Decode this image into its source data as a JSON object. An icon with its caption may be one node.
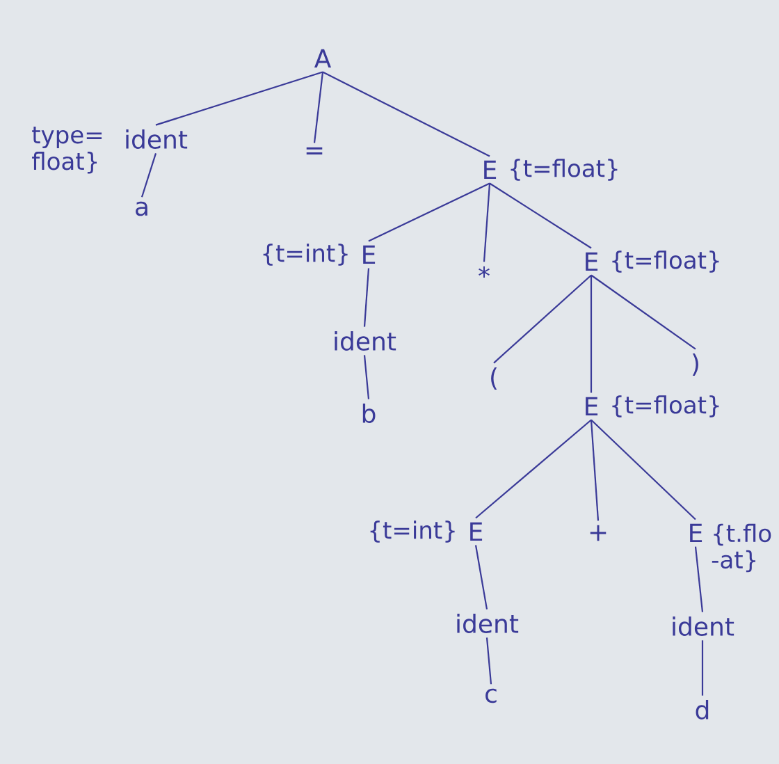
{
  "diagram": {
    "nodes": [
      {
        "text": [
          "A"
        ]
      },
      {
        "text": [
          "ident"
        ],
        "beside": [
          "type= float}"
        ]
      },
      {
        "text": [
          "="
        ]
      },
      {
        "text": [
          "E"
        ],
        "beside": [
          "{t=float}"
        ]
      },
      {
        "text": [
          "a"
        ]
      },
      {
        "text": [
          "E"
        ],
        "beside": [
          "{t=int}"
        ]
      },
      {
        "text": [
          "*"
        ]
      },
      {
        "text": [
          "E"
        ],
        "beside": [
          "{t=float}"
        ]
      },
      {
        "text": [
          "ident"
        ]
      },
      {
        "text": [
          "("
        ]
      },
      {
        "text": [
          ")"
        ]
      },
      {
        "text": [
          "E"
        ],
        "beside": [
          "{t=float}"
        ]
      },
      {
        "text": [
          "b"
        ]
      },
      {
        "text": [
          "E"
        ],
        "beside": [
          "{t=int}"
        ]
      },
      {
        "text": [
          "+"
        ]
      },
      {
        "text": [
          "E"
        ],
        "beside": [
          "{t.flo -at}"
        ]
      },
      {
        "text": [
          "ident"
        ]
      },
      {
        "text": [
          "ident"
        ]
      },
      {
        "text": [
          "c"
        ]
      },
      {
        "text": [
          "d"
        ]
      }
    ],
    "edges": [
      {
        "from": 0,
        "to": 1,
        "arrow": "none"
      },
      {
        "from": 0,
        "to": 2,
        "arrow": "none"
      },
      {
        "from": 0,
        "to": 3,
        "arrow": "none"
      },
      {
        "from": 1,
        "to": 4,
        "arrow": "none"
      },
      {
        "from": 3,
        "to": 5,
        "arrow": "none"
      },
      {
        "from": 3,
        "to": 6,
        "arrow": "none"
      },
      {
        "from": 3,
        "to": 7,
        "arrow": "none"
      },
      {
        "from": 5,
        "to": 8,
        "arrow": "none"
      },
      {
        "from": 8,
        "to": 12,
        "arrow": "none"
      },
      {
        "from": 7,
        "to": 9,
        "arrow": "none"
      },
      {
        "from": 7,
        "to": 11,
        "arrow": "none"
      },
      {
        "from": 7,
        "to": 10,
        "arrow": "none"
      },
      {
        "from": 11,
        "to": 13,
        "arrow": "none"
      },
      {
        "from": 11,
        "to": 14,
        "arrow": "none"
      },
      {
        "from": 11,
        "to": 15,
        "arrow": "none"
      },
      {
        "from": 13,
        "to": 16,
        "arrow": "none"
      },
      {
        "from": 16,
        "to": 18,
        "arrow": "none"
      },
      {
        "from": 15,
        "to": 17,
        "arrow": "none"
      },
      {
        "from": 17,
        "to": 19,
        "arrow": "none"
      }
    ]
  }
}
